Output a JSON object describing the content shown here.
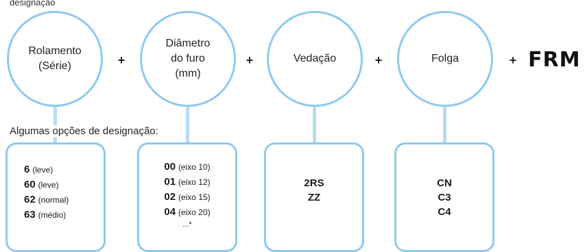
{
  "top_text": "designação",
  "circles": [
    {
      "lines": [
        "Rolamento",
        "(Série)"
      ]
    },
    {
      "lines": [
        "Diâmetro",
        "do furo",
        "(mm)"
      ]
    },
    {
      "lines": [
        "Vedação"
      ]
    },
    {
      "lines": [
        "Folga"
      ]
    }
  ],
  "plus_sign": "+",
  "brand": "FRM",
  "intro": "Algumas opções de designação:",
  "boxes": [
    {
      "items": [
        {
          "code": "6",
          "note": "(leve)"
        },
        {
          "code": "60",
          "note": "(leve)"
        },
        {
          "code": "62",
          "note": "(normal)"
        },
        {
          "code": "63",
          "note": "(médio)"
        }
      ]
    },
    {
      "items": [
        {
          "code": "00",
          "note": "(eixo 10)"
        },
        {
          "code": "01",
          "note": "(eixo 12)"
        },
        {
          "code": "02",
          "note": "(eixo 15)"
        },
        {
          "code": "04",
          "note": "(eixo 20)"
        }
      ],
      "more": "...*"
    },
    {
      "items": [
        {
          "code": "2RS",
          "note": ""
        },
        {
          "code": "ZZ",
          "note": ""
        }
      ]
    },
    {
      "items": [
        {
          "code": "CN",
          "note": ""
        },
        {
          "code": "C3",
          "note": ""
        },
        {
          "code": "C4",
          "note": ""
        }
      ]
    }
  ],
  "colors": {
    "accent": "#8ec9ee",
    "connector": "#b8dcf2"
  }
}
